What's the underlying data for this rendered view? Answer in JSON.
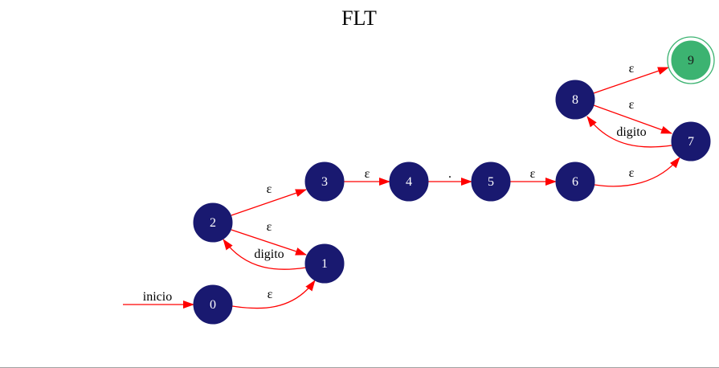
{
  "title": "FLT",
  "colors": {
    "node_fill": "#191970",
    "final_fill": "#3cb371",
    "edge": "#ff0000",
    "node_text": "#ffffff"
  },
  "nodes": [
    {
      "id": "0",
      "label": "0",
      "final": false
    },
    {
      "id": "1",
      "label": "1",
      "final": false
    },
    {
      "id": "2",
      "label": "2",
      "final": false
    },
    {
      "id": "3",
      "label": "3",
      "final": false
    },
    {
      "id": "4",
      "label": "4",
      "final": false
    },
    {
      "id": "5",
      "label": "5",
      "final": false
    },
    {
      "id": "6",
      "label": "6",
      "final": false
    },
    {
      "id": "7",
      "label": "7",
      "final": false
    },
    {
      "id": "8",
      "label": "8",
      "final": false
    },
    {
      "id": "9",
      "label": "9",
      "final": true
    }
  ],
  "start_label": "inicio",
  "edges": [
    {
      "from": "0",
      "to": "1",
      "label": "ε"
    },
    {
      "from": "1",
      "to": "2",
      "label": "digito"
    },
    {
      "from": "2",
      "to": "1",
      "label": "ε"
    },
    {
      "from": "2",
      "to": "3",
      "label": "ε"
    },
    {
      "from": "3",
      "to": "4",
      "label": "ε"
    },
    {
      "from": "4",
      "to": "5",
      "label": "."
    },
    {
      "from": "5",
      "to": "6",
      "label": "ε"
    },
    {
      "from": "6",
      "to": "7",
      "label": "ε"
    },
    {
      "from": "7",
      "to": "8",
      "label": "digito"
    },
    {
      "from": "8",
      "to": "7",
      "label": "ε"
    },
    {
      "from": "8",
      "to": "9",
      "label": "ε"
    }
  ]
}
